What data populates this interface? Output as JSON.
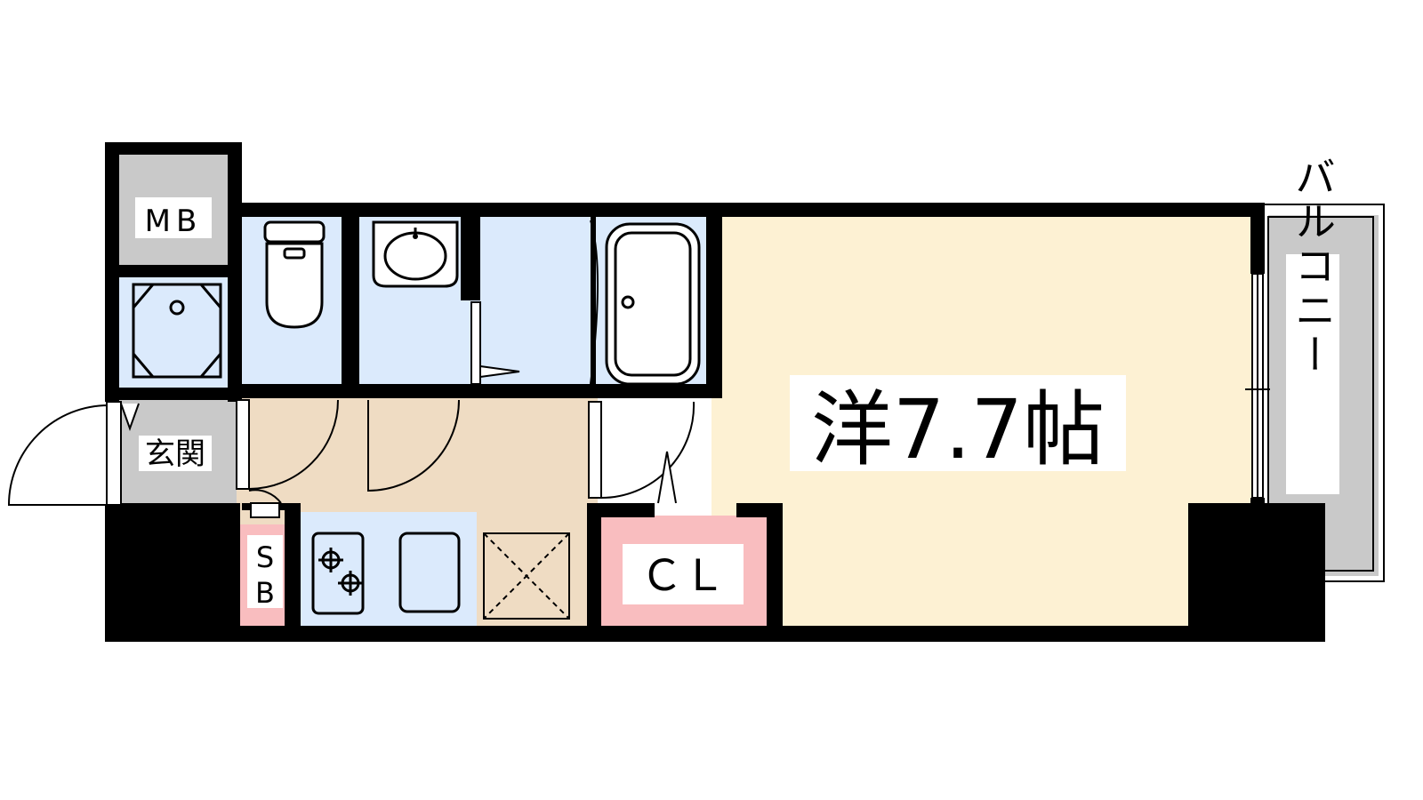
{
  "labels": {
    "main_room": "洋7.7帖",
    "balcony": "バルコニー",
    "entrance": "玄関",
    "meter_box": "MB",
    "shoe_box_top": "S",
    "shoe_box_bottom": "B",
    "closet": "ＣＬ"
  },
  "colors": {
    "wall": "#000000",
    "western_room": "#fdf1d3",
    "wet_area": "#dbeafc",
    "kitchen_floor": "#efdcc3",
    "storage_pink": "#f9bdbf",
    "gray_area": "#c9c9c9",
    "label_bg": "#ffffff"
  }
}
